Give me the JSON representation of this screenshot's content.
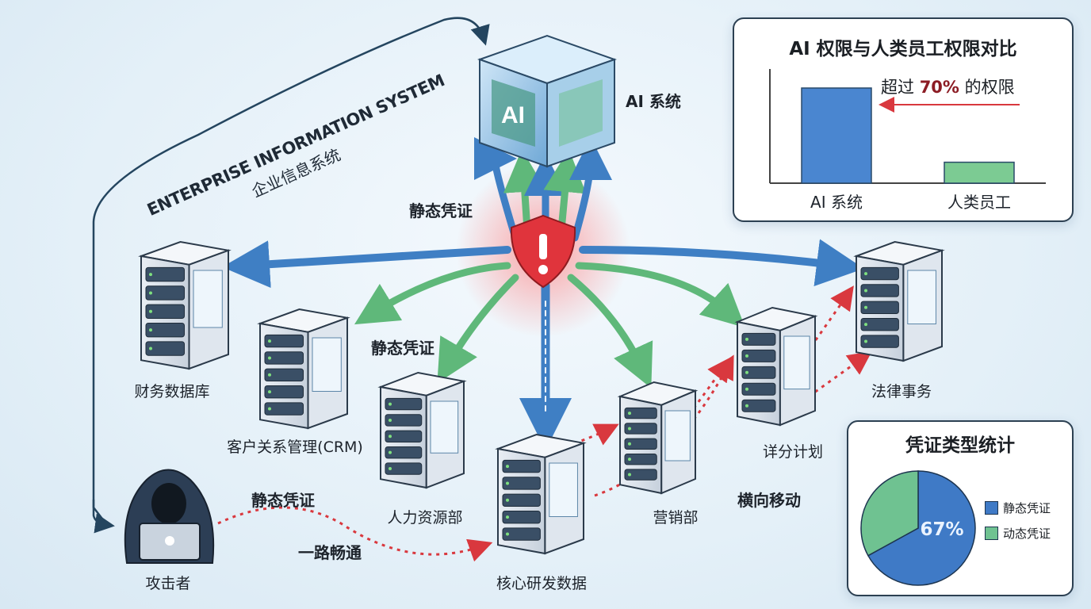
{
  "ai_system": {
    "cube_letters": "AI",
    "label": "AI 系统"
  },
  "enterprise": {
    "title_en": "ENTERPRISE INFORMATION SYSTEM",
    "title_zh": "企业信息系统"
  },
  "nodes": [
    {
      "id": "finance",
      "label": "财务数据库"
    },
    {
      "id": "crm",
      "label": "客户关系管理(CRM)"
    },
    {
      "id": "hr",
      "label": "人力资源部"
    },
    {
      "id": "rnd",
      "label": "核心研发数据"
    },
    {
      "id": "marketing",
      "label": "营销部"
    },
    {
      "id": "planning",
      "label": "详分计划"
    },
    {
      "id": "legal",
      "label": "法律事务"
    }
  ],
  "attacker": {
    "label": "攻击者"
  },
  "annotations": {
    "static_cred_top": "静态凭证",
    "static_cred_mid": "静态凭证",
    "static_cred_attacker": "静态凭证",
    "clear_path": "一路畅通",
    "lateral_move": "横向移动"
  },
  "colors": {
    "alert": "#e0343c",
    "flow_blue": "#3f7fc4",
    "flow_green": "#5fb87a",
    "attack_red": "#d9383e",
    "card_border": "#2c4052"
  },
  "chart_data": [
    {
      "type": "bar",
      "title": "AI 权限与人类员工权限对比",
      "categories": [
        "AI 系统",
        "人类员工"
      ],
      "values": [
        100,
        22
      ],
      "ylim": [
        0,
        120
      ],
      "annotation": {
        "prefix": "超过 ",
        "highlight": "70%",
        "suffix": " 的权限"
      },
      "colors": [
        "#4a86d0",
        "#7ccb93"
      ]
    },
    {
      "type": "pie",
      "title": "凭证类型统计",
      "slices": [
        {
          "name": "静态凭证",
          "value": 67,
          "color": "#3f7ac6"
        },
        {
          "name": "动态凭证",
          "value": 33,
          "color": "#6fc291"
        }
      ],
      "center_label": "67%",
      "legend": "right"
    }
  ]
}
